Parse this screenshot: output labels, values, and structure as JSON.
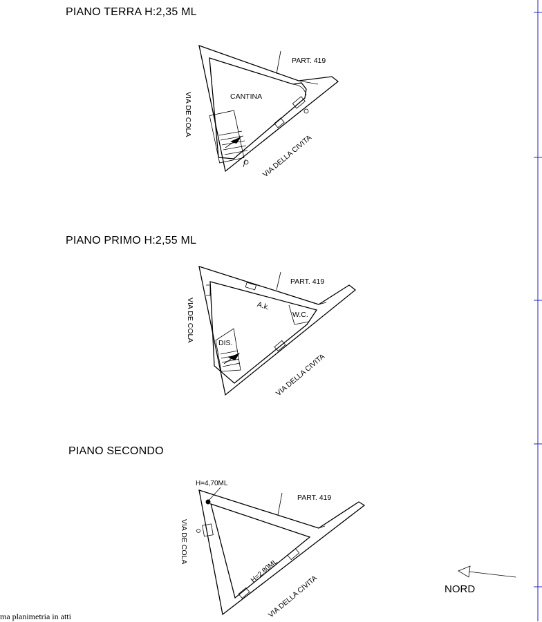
{
  "floors": [
    {
      "title": "PIANO TERRA H:2,35 ML",
      "street_left": "VIA DE COLA",
      "street_right": "VIA DELLA CIVITA",
      "parcel": "PART. 419",
      "rooms": [
        "CANTINA"
      ]
    },
    {
      "title": "PIANO PRIMO H:2,55 ML",
      "street_left": "VIA DE COLA",
      "street_right": "VIA DELLA CIVITA",
      "parcel": "PART. 419",
      "rooms": [
        "A.k.",
        "W.C.",
        "DIS."
      ]
    },
    {
      "title": "PIANO SECONDO",
      "street_left": "VIA DE COLA",
      "street_right": "VIA DELLA CIVITA",
      "parcel": "PART. 419",
      "rooms": [],
      "heights": [
        "H=4,70ML",
        "H=2,80ML"
      ]
    }
  ],
  "compass_label": "NORD",
  "footer_text": "ma planimetria in atti"
}
